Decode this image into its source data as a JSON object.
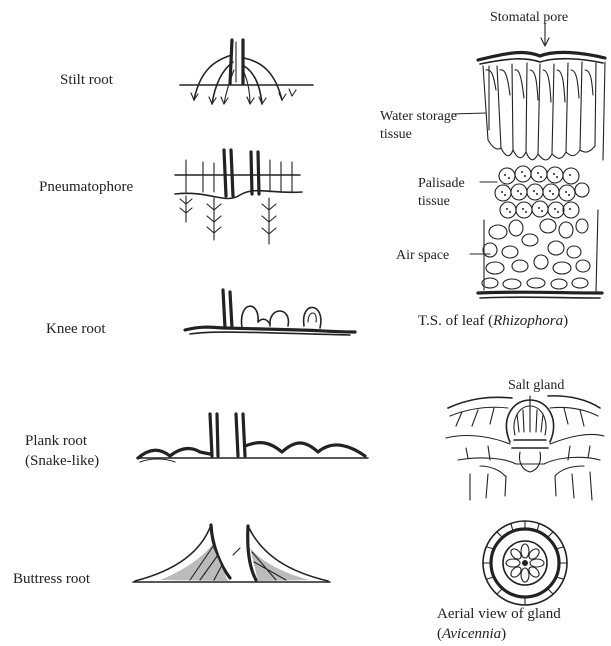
{
  "root_labels": {
    "stilt": "Stilt root",
    "pneumatophore": "Pneumatophore",
    "knee": "Knee root",
    "plank_line1": "Plank root",
    "plank_line2": "(Snake-like)",
    "buttress": "Buttress root"
  },
  "leaf_section": {
    "stomatal_pore": "Stomatal pore",
    "water_storage_line1": "Water storage",
    "water_storage_line2": "tissue",
    "palisade_line1": "Palisade",
    "palisade_line2": "tissue",
    "air_space": "Air space",
    "caption_prefix": "T.S. of leaf (",
    "caption_italic": "Rhizophora",
    "caption_suffix": ")"
  },
  "gland": {
    "salt_gland": "Salt gland",
    "caption_line1": "Aerial view of gland",
    "caption_line2_prefix": "(",
    "caption_line2_italic": "Avicennia",
    "caption_line2_suffix": ")"
  }
}
